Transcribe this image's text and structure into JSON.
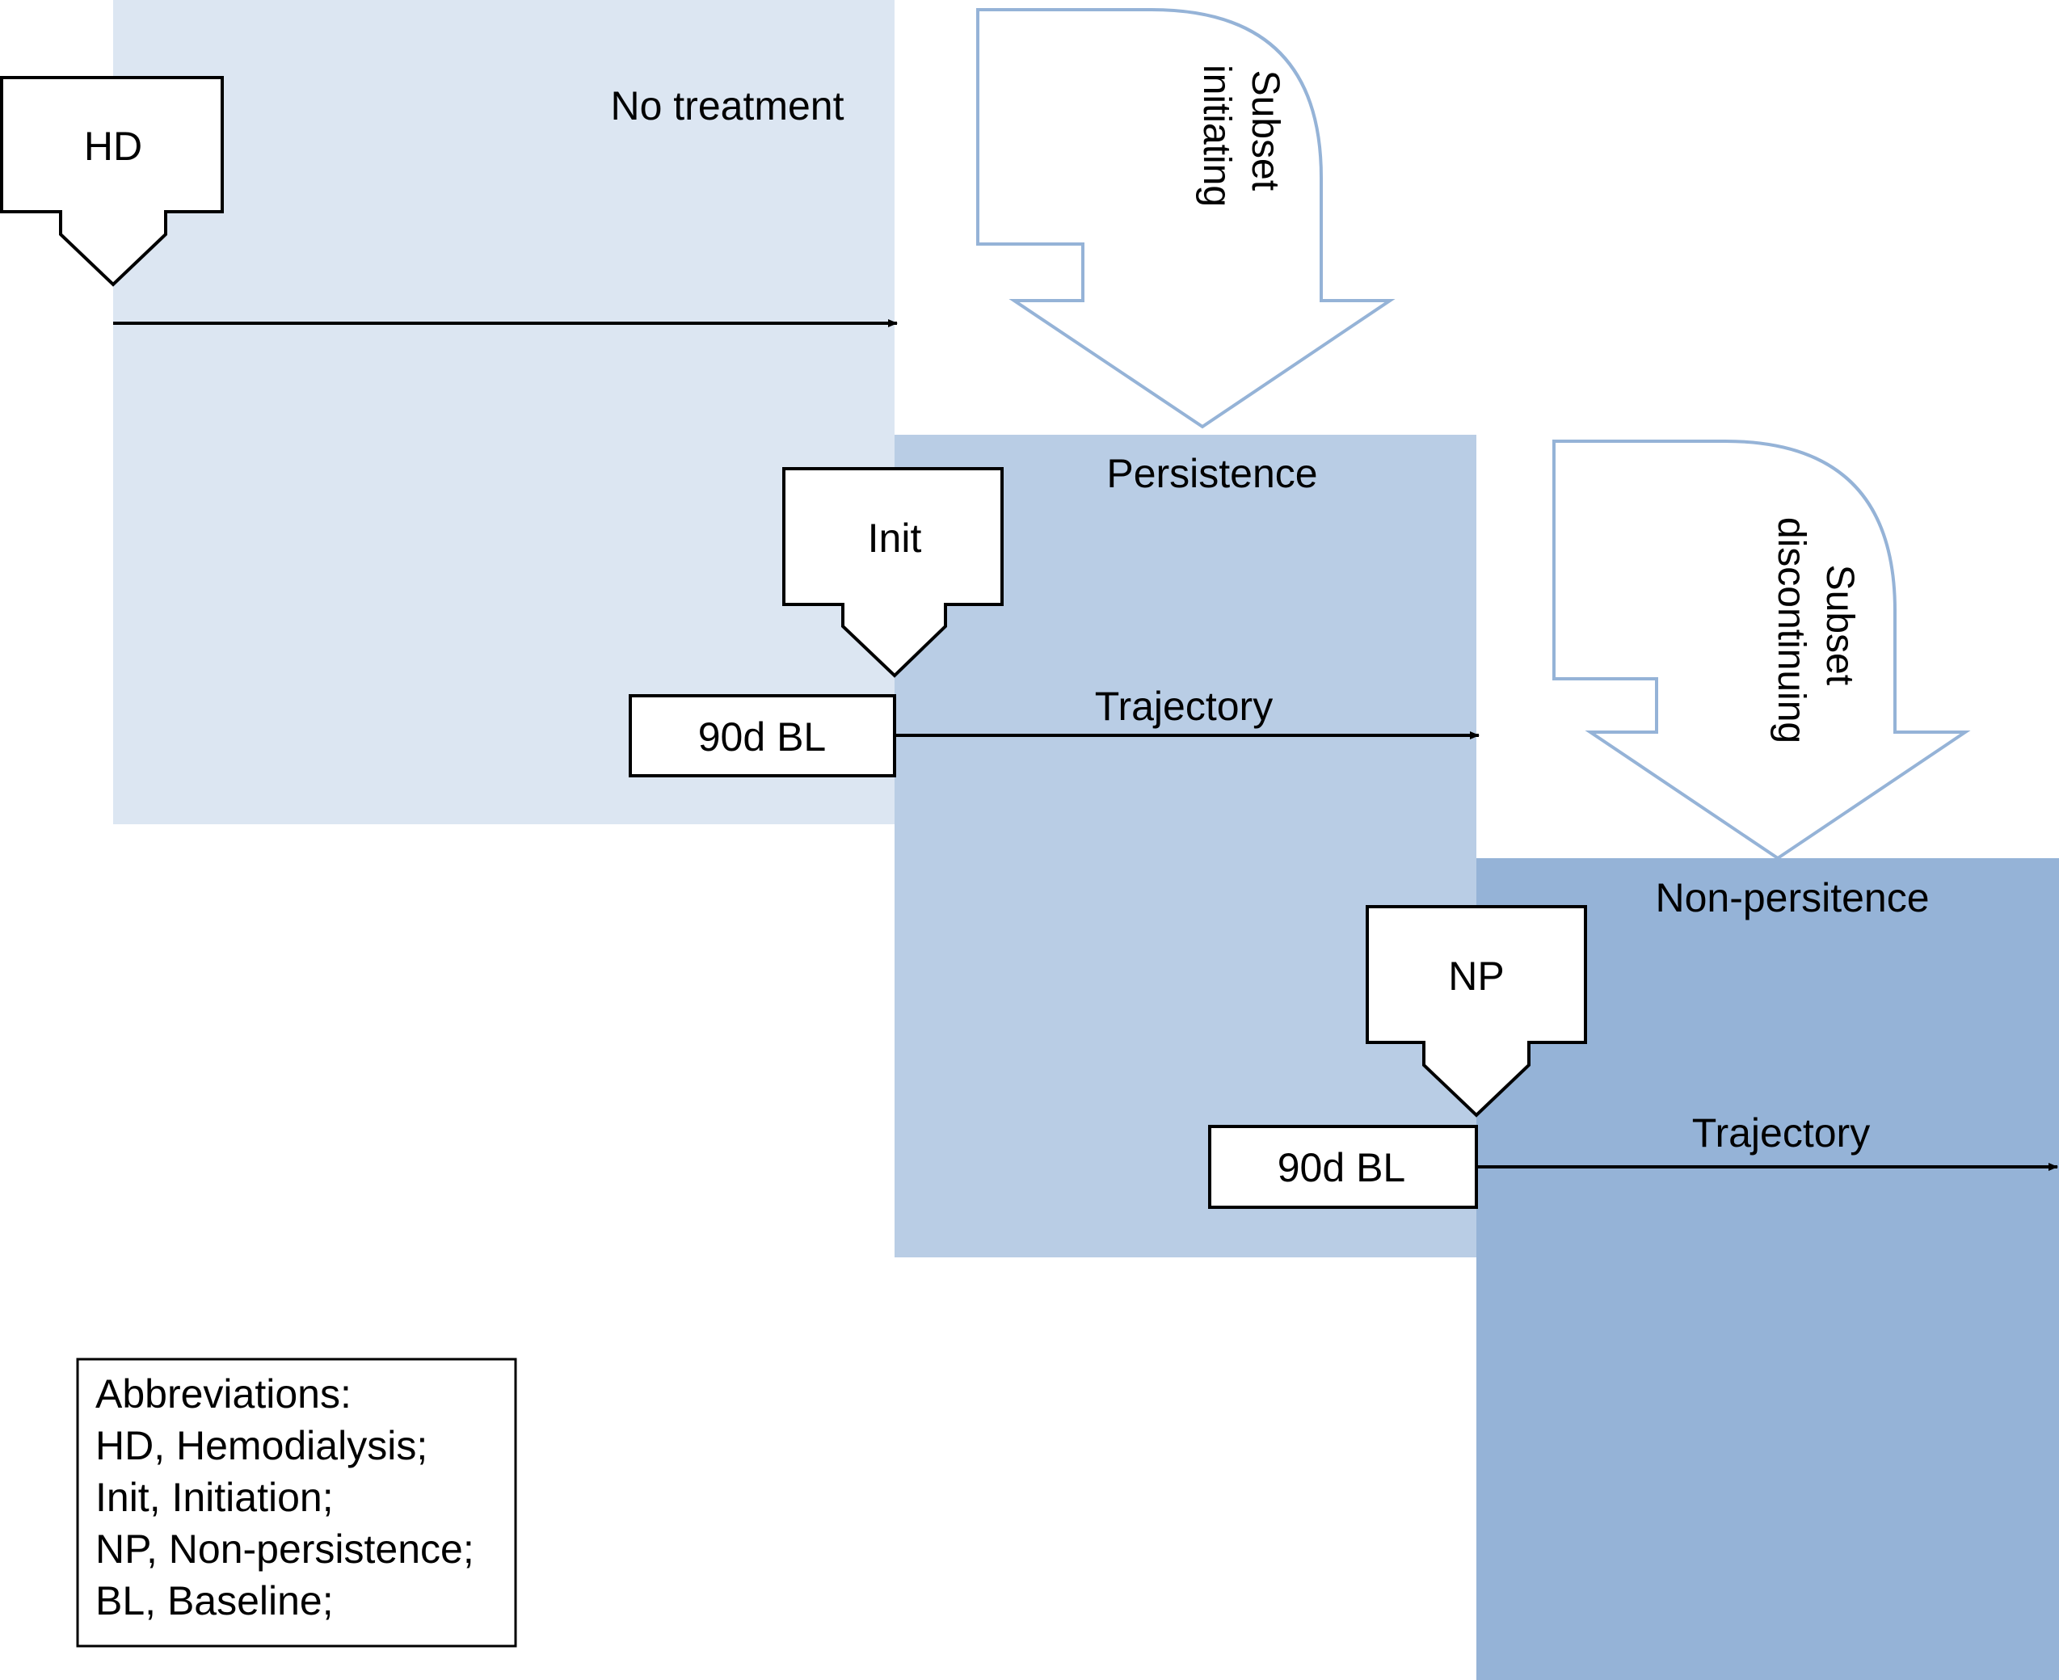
{
  "colors": {
    "no_treatment": "#dce6f2",
    "persistence": "#b9cde5",
    "non_persistence": "#95b3d7",
    "flow_arrow_outline": "#95b3d7",
    "stroke": "#000000"
  },
  "regions": {
    "no_treatment": "No treatment",
    "persistence": "Persistence",
    "non_persistence": "Non-persitence"
  },
  "events": {
    "hd": "HD",
    "init": "Init",
    "np": "NP"
  },
  "baseline": {
    "persistence": "90d BL",
    "non_persistence": "90d BL"
  },
  "trajectory": {
    "persistence": "Trajectory",
    "non_persistence": "Trajectory"
  },
  "flows": {
    "initiating": {
      "line1": "Subset",
      "line2": "initiating"
    },
    "discontinuing": {
      "line1": "Subset",
      "line2": "discontinuing"
    }
  },
  "abbreviations": {
    "title": "Abbreviations:",
    "items": [
      "HD, Hemodialysis;",
      "Init, Initiation;",
      "NP, Non-persistence;",
      "BL, Baseline;"
    ]
  }
}
